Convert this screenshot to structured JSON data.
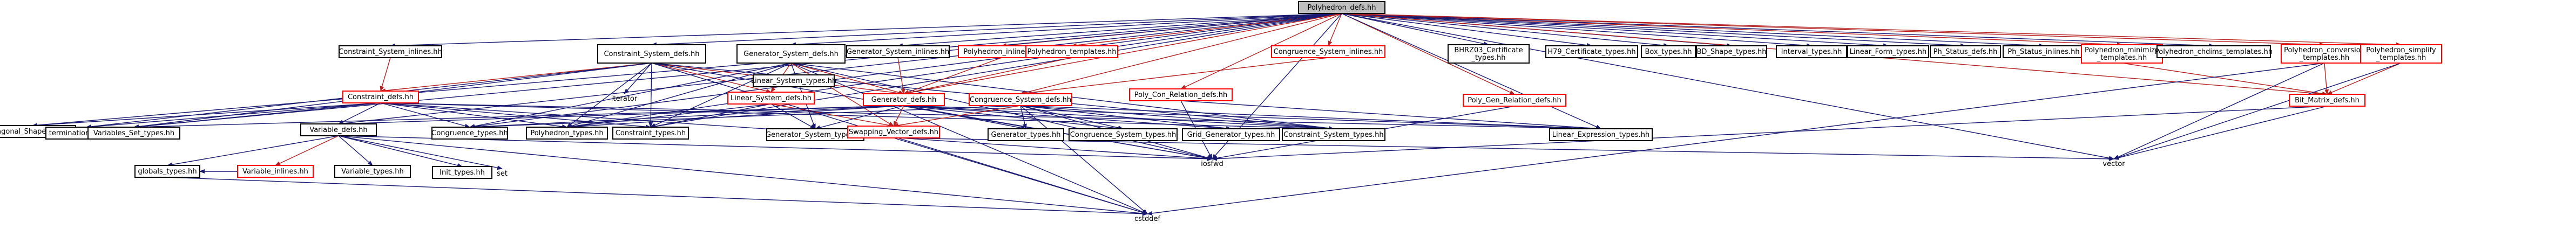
{
  "graph": {
    "root": "Polyhedron_defs.hh",
    "colors": {
      "edge_default": "#191970",
      "edge_red": "#b22222",
      "box_black": "#000000",
      "box_red": "#ff0000",
      "root_fill": "#bfbfbf",
      "node_fill": "#ffffff"
    },
    "nodes": [
      {
        "id": "root",
        "label": "Polyhedron_defs.hh",
        "style": "root"
      },
      {
        "id": "csi",
        "label": "Constraint_System_inlines.hh",
        "style": "black"
      },
      {
        "id": "csd",
        "label": "Constraint_System_defs.hh",
        "style": "black"
      },
      {
        "id": "gsd",
        "label": "Generator_System_defs.hh",
        "style": "black"
      },
      {
        "id": "gsi",
        "label": "Generator_System_inlines.hh",
        "style": "black"
      },
      {
        "id": "poly_inl",
        "label": "Polyhedron_inlines.hh",
        "style": "red"
      },
      {
        "id": "poly_tmp",
        "label": "Polyhedron_templates.hh",
        "style": "red"
      },
      {
        "id": "cong_si",
        "label": "Congruence_System_inlines.hh",
        "style": "red"
      },
      {
        "id": "bhrz03",
        "label": [
          "BHRZ03_Certificate",
          "_types.hh"
        ],
        "style": "black"
      },
      {
        "id": "h79",
        "label": "H79_Certificate_types.hh",
        "style": "black"
      },
      {
        "id": "box",
        "label": "Box_types.hh",
        "style": "black"
      },
      {
        "id": "bd",
        "label": "BD_Shape_types.hh",
        "style": "black"
      },
      {
        "id": "interval",
        "label": "Interval_types.hh",
        "style": "black"
      },
      {
        "id": "linform",
        "label": "Linear_Form_types.hh",
        "style": "black"
      },
      {
        "id": "ph_sd",
        "label": "Ph_Status_defs.hh",
        "style": "black"
      },
      {
        "id": "ph_si",
        "label": "Ph_Status_inlines.hh",
        "style": "black"
      },
      {
        "id": "pmin",
        "label": [
          "Polyhedron_minimize",
          "_templates.hh"
        ],
        "style": "red"
      },
      {
        "id": "pchk",
        "label": "Polyhedron_chdims_templates.hh",
        "style": "black"
      },
      {
        "id": "pconv",
        "label": [
          "Polyhedron_conversion",
          "_templates.hh"
        ],
        "style": "red"
      },
      {
        "id": "psimp",
        "label": [
          "Polyhedron_simplify",
          "_templates.hh"
        ],
        "style": "red"
      },
      {
        "id": "cdefs",
        "label": "Constraint_defs.hh",
        "style": "red"
      },
      {
        "id": "iter",
        "label": "iterator",
        "style": "plain"
      },
      {
        "id": "lsd",
        "label": "Linear_System_defs.hh",
        "style": "red"
      },
      {
        "id": "gdefs",
        "label": "Generator_defs.hh",
        "style": "red"
      },
      {
        "id": "cong_sd",
        "label": "Congruence_System_defs.hh",
        "style": "red"
      },
      {
        "id": "pcr",
        "label": "Poly_Con_Relation_defs.hh",
        "style": "red"
      },
      {
        "id": "pgr",
        "label": "Poly_Gen_Relation_defs.hh",
        "style": "red"
      },
      {
        "id": "bitm",
        "label": "Bit_Matrix_defs.hh",
        "style": "red"
      },
      {
        "id": "oct",
        "label": "Octagonal_Shape_types.hh",
        "style": "black"
      },
      {
        "id": "term",
        "label": "termination_types.hh",
        "style": "black"
      },
      {
        "id": "vset",
        "label": "Variables_Set_types.hh",
        "style": "black"
      },
      {
        "id": "vdefs",
        "label": "Variable_defs.hh",
        "style": "black"
      },
      {
        "id": "cong_t",
        "label": "Congruence_types.hh",
        "style": "black"
      },
      {
        "id": "poly_t",
        "label": "Polyhedron_types.hh",
        "style": "black"
      },
      {
        "id": "cons_t",
        "label": "Constraint_types.hh",
        "style": "black"
      },
      {
        "id": "gs_t",
        "label": "Generator_System_types.hh",
        "style": "black"
      },
      {
        "id": "swap",
        "label": "Swapping_Vector_defs.hh",
        "style": "red"
      },
      {
        "id": "gen_t",
        "label": "Generator_types.hh",
        "style": "black"
      },
      {
        "id": "cgs_t",
        "label": "Congruence_System_types.hh",
        "style": "black"
      },
      {
        "id": "grid_gt",
        "label": "Grid_Generator_types.hh",
        "style": "black"
      },
      {
        "id": "cs_t",
        "label": "Constraint_System_types.hh",
        "style": "black"
      },
      {
        "id": "linexp_t",
        "label": "Linear_Expression_types.hh",
        "style": "black"
      },
      {
        "id": "globals_t",
        "label": "globals_types.hh",
        "style": "black"
      },
      {
        "id": "var_inl",
        "label": "Variable_inlines.hh",
        "style": "red"
      },
      {
        "id": "var_t",
        "label": "Variable_types.hh",
        "style": "black"
      },
      {
        "id": "iosfwd",
        "label": "iosfwd",
        "style": "plain"
      },
      {
        "id": "vector",
        "label": "vector",
        "style": "plain"
      },
      {
        "id": "set",
        "label": "set",
        "style": "plain"
      },
      {
        "id": "cstddef",
        "label": "cstddef",
        "style": "plain"
      },
      {
        "id": "int_types",
        "label": "Init_types.hh",
        "style": "black"
      },
      {
        "id": "ls_t",
        "label": "Linear_System_types.hh",
        "style": "black"
      }
    ]
  }
}
